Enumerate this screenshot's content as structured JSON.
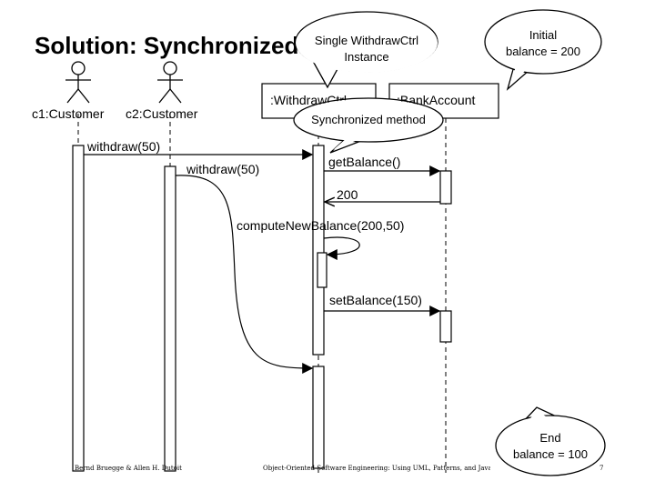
{
  "title": "Solution: Synchronized Threads",
  "actors": [
    {
      "label": "c1:Customer"
    },
    {
      "label": "c2:Customer"
    }
  ],
  "objects": [
    {
      "label": ":WithdrawCtrl"
    },
    {
      "label": ":BankAccount"
    }
  ],
  "messages": [
    {
      "label": "withdraw(50)"
    },
    {
      "label": "withdraw(50)"
    },
    {
      "label": "getBalance()"
    },
    {
      "label": "200"
    },
    {
      "label": "computeNewBalance(200,50)"
    },
    {
      "label": "setBalance(150)"
    }
  ],
  "callouts": {
    "single_ctrl": [
      "Single WithdrawCtrl",
      "Instance"
    ],
    "initial": [
      "Initial",
      "balance = 200"
    ],
    "sync": "Synchronized method",
    "end": [
      "End",
      "balance = 100"
    ]
  },
  "footer": {
    "authors": "Bernd Bruegge & Allen H. Dutoit",
    "book": "Object-Oriented Software Engineering: Using UML, Patterns, and Java",
    "page": "7"
  }
}
